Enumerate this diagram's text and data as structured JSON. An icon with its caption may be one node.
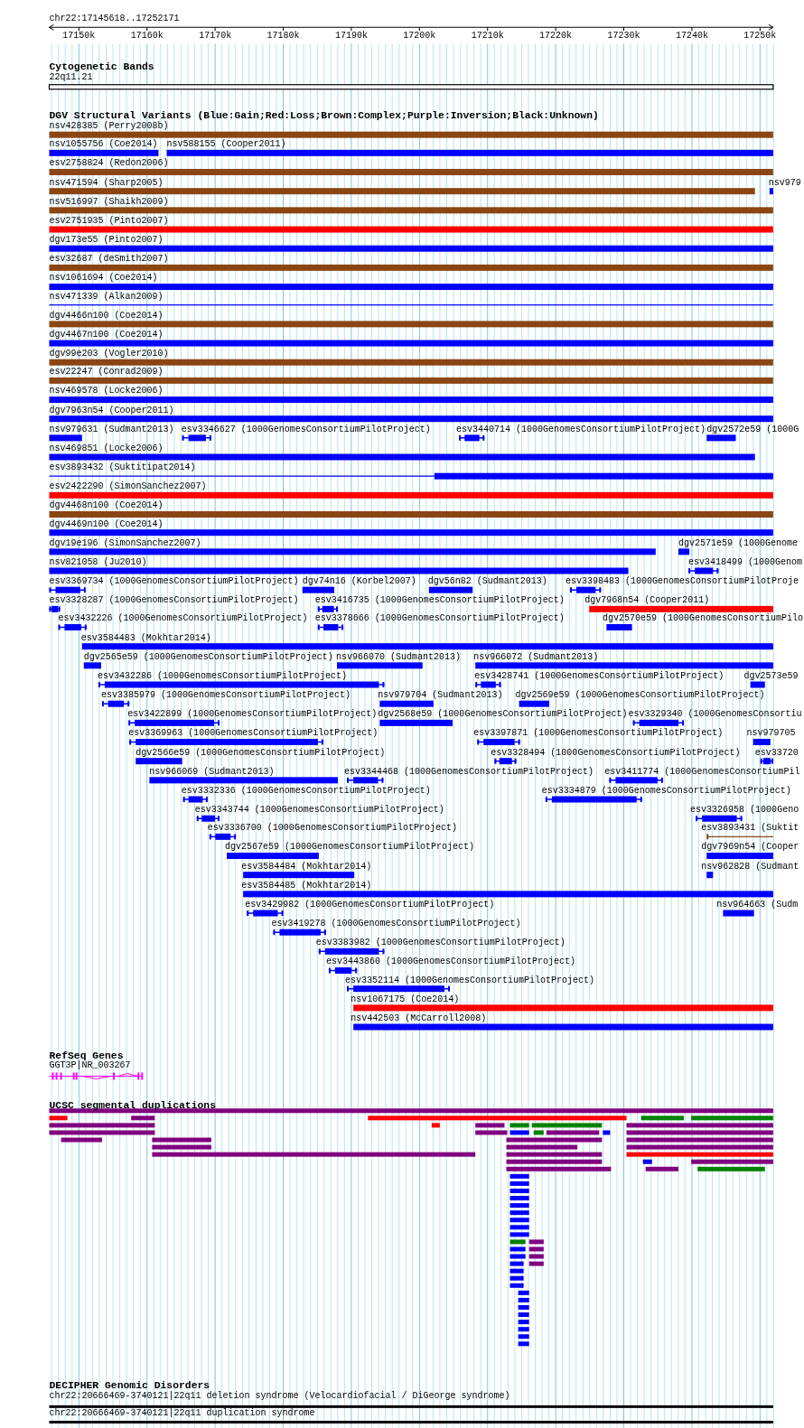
{
  "diagram": {
    "labels": [
      "chr22:17145618..17252171",
      "17150k",
      "17160k",
      "17170k",
      "17180k",
      "17190k",
      "17200k",
      "17210k",
      "17220k",
      "17230k",
      "17240k",
      "17250k",
      "Cytogenetic Bands",
      "22q11.21",
      "DGV Structural Variants (Blue:Gain;Red:Loss;Brown:Complex;Purple:Inversion;Black:Unknown)",
      "nsv428385 (Perry2008b)",
      "nsv1055756 (Coe2014)",
      "nsv588155 (Cooper2011)",
      "esv2758824 (Redon2006)",
      "nsv471594 (Sharp2005)",
      "nsv979",
      "nsv516997 (Shaikh2009)",
      "esv2751935 (Pinto2007)",
      "dgv173e55 (Pinto2007)",
      "esv32687 (deSmith2007)",
      "nsv1061694 (Coe2014)",
      "nsv471339 (Alkan2009)",
      "dgv4466n100 (Coe2014)",
      "dgv4467n100 (Coe2014)",
      "dgv99e203 (Vogler2010)",
      "esv22247 (Conrad2009)",
      "nsv469578 (Locke2006)",
      "dgv7963n54 (Cooper2011)",
      "nsv979631 (Sudmant2013)",
      "esv3346627 (1000GenomesConsortiumPilotProject)",
      "esv3440714 (1000GenomesConsortiumPilotProject)",
      "dgv2572e59 (1000G",
      "nsv469851 (Locke2006)",
      "esv3893432 (Suktitipat2014)",
      "esv2422290 (SimonSanchez2007)",
      "dgv4468n100 (Coe2014)",
      "dgv4469n100 (Coe2014)",
      "dgv19e196 (SimonSanchez2007)",
      "dgv2571e59 (1000Genome",
      "nsv821058 (Ju2010)",
      "esv3418499 (1000Genom",
      "esv3369734 (1000GenomesConsortiumPilotProject)",
      "dgv74n16 (Korbel2007)",
      "dgv56n82 (Sudmant2013)",
      "esv3398483 (1000GenomesConsortiumPilotProje",
      "esv3328287 (1000GenomesConsortiumPilotProject)",
      "esv3416735 (1000GenomesConsortiumPilotProject)",
      "dgv7968n54 (Cooper2011)",
      "esv3432226 (1000GenomesConsortiumPilotProject)",
      "esv3378666 (1000GenomesConsortiumPilotProject)",
      "dgv2570e59 (1000GenomesConsortiumPilo",
      "esv3584483 (Mokhtar2014)",
      "dgv2565e59 (1000GenomesConsortiumPilotProject)",
      "nsv966070 (Sudmant2013)",
      "nsv966072 (Sudmant2013)",
      "esv3432286 (1000GenomesConsortiumPilotProject)",
      "esv3428741 (1000GenomesConsortiumPilotProject)",
      "dgv2573e59",
      "esv3385979 (1000GenomesConsortiumPilotProject)",
      "nsv979704 (Sudmant2013)",
      "dgv2569e59 (1000GenomesConsortiumPilotProject)",
      "esv3422899 (1000GenomesConsortiumPilotProject)",
      "dgv2568e59 (1000GenomesConsortiumPilotProject)",
      "esv3329340 (1000GenomesConsortiu",
      "esv3369963 (1000GenomesConsortiumPilotProject)",
      "esv3397871 (1000GenomesConsortiumPilotProject)",
      "nsv979705",
      "dgv2566e59 (1000GenomesConsortiumPilotProject)",
      "esv3328494 (1000GenomesConsortiumPilotProject)",
      "esv33720",
      "nsv966069 (Sudmant2013)",
      "esv3344468 (1000GenomesConsortiumPilotProject)",
      "esv3411774 (1000GenomesConsortiumPil",
      "esv3332336 (1000GenomesConsortiumPilotProject)",
      "esv3334879 (1000GenomesConsortiumPilotProject)",
      "esv3343744 (1000GenomesConsortiumPilotProject)",
      "esv3326958 (1000Geno",
      "esv3336700 (1000GenomesConsortiumPilotProject)",
      "esv3893431 (Suktit",
      "dgv2567e59 (1000GenomesConsortiumPilotProject)",
      "dgv7969n54 (Cooper",
      "esv3584484 (Mokhtar2014)",
      "nsv962828 (Sudmant",
      "esv3584485 (Mokhtar2014)",
      "esv3429982 (1000GenomesConsortiumPilotProject)",
      "nsv964663 (Sudm",
      "esv3419278 (1000GenomesConsortiumPilotProject)",
      "esv3383982 (1000GenomesConsortiumPilotProject)",
      "esv3443860 (1000GenomesConsortiumPilotProject)",
      "esv3352114 (1000GenomesConsortiumPilotProject)",
      "nsv1067175 (Coe2014)",
      "nsv442503 (McCarroll2008)",
      "RefSeq Genes",
      "GGT3P|NR_003267",
      "UCSC segmental duplications",
      "DECIPHER Genomic Disorders",
      "chr22:20666469-3740121|22q11 deletion syndrome (Velocardiofacial / DiGeorge syndrome)",
      "chr22:20666469-3740121|22q11 duplication syndrome"
    ]
  }
}
